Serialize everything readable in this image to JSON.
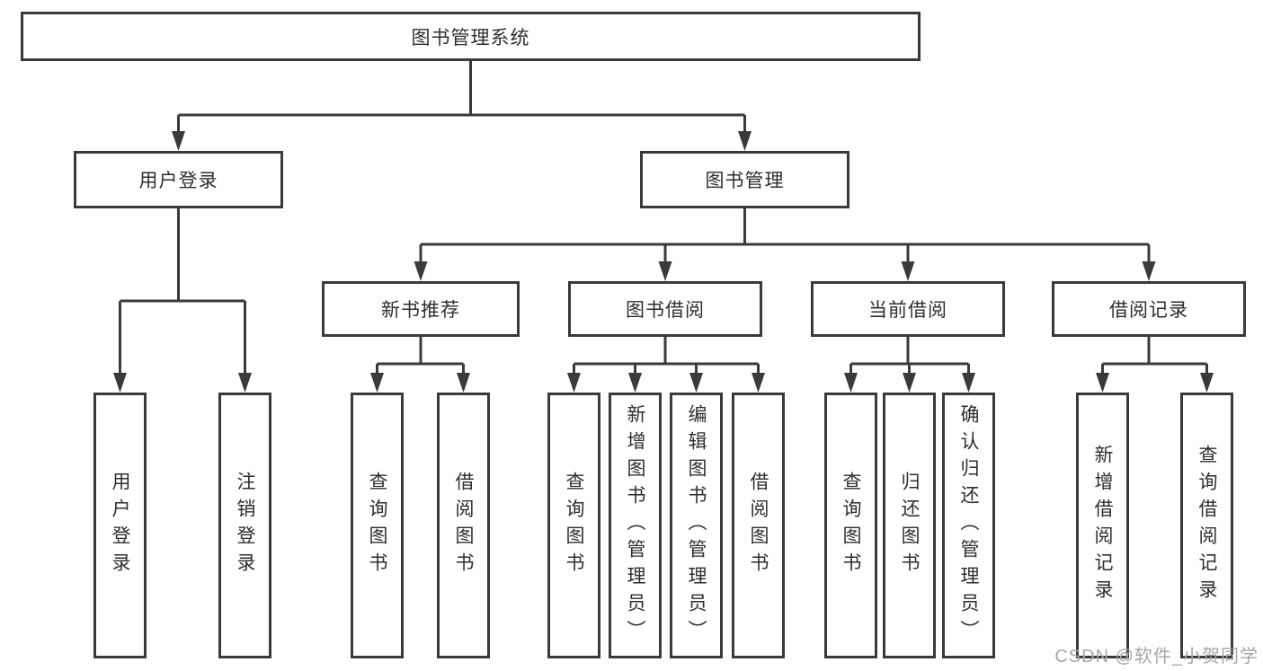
{
  "diagram": {
    "root": {
      "label": "图书管理系统"
    },
    "level2": [
      {
        "label": "用户登录"
      },
      {
        "label": "图书管理"
      }
    ],
    "level3": [
      {
        "label": "新书推荐"
      },
      {
        "label": "图书借阅"
      },
      {
        "label": "当前借阅"
      },
      {
        "label": "借阅记录"
      }
    ],
    "leaves": {
      "user_login": [
        {
          "label": "用户登录"
        },
        {
          "label": "注销登录"
        }
      ],
      "new_book": [
        {
          "label": "查询图书"
        },
        {
          "label": "借阅图书"
        }
      ],
      "book_borrow": [
        {
          "label": "查询图书"
        },
        {
          "label": "新增图书（管理员）"
        },
        {
          "label": "编辑图书（管理员）"
        },
        {
          "label": "借阅图书"
        }
      ],
      "current_borrow": [
        {
          "label": "查询图书"
        },
        {
          "label": "归还图书"
        },
        {
          "label": "确认归还（管理员）"
        }
      ],
      "borrow_record": [
        {
          "label": "新增借阅记录"
        },
        {
          "label": "查询借阅记录"
        }
      ]
    }
  },
  "watermark": {
    "text": "CSDN @软件_小贺同学"
  },
  "colors": {
    "line": "#3a3a3a",
    "text": "#2e2e2e",
    "watermark": "#a6a6a6",
    "background": "#ffffff"
  }
}
